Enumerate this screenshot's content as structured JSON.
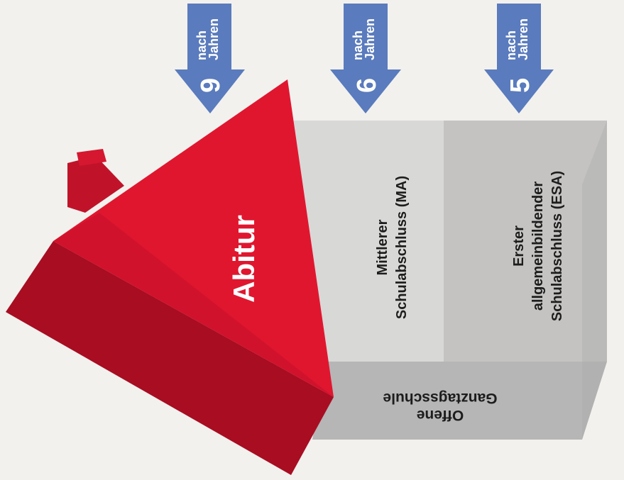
{
  "colors": {
    "roof_front": "#e0162f",
    "roof_side": "#b20f24",
    "roof_dark": "#8e0a1c",
    "block_light": "#d6d6d6",
    "block_mid": "#c4c4c4",
    "block_bottom": "#b3b3b3",
    "arrow": "#5a7bbd"
  },
  "roof": {
    "label": "Abitur"
  },
  "levels": [
    {
      "lines": [
        "Mittlerer",
        "Schulabschluss (MA)"
      ]
    },
    {
      "lines": [
        "Erster",
        "allgemeinbildender",
        "Schulabschluss (ESA)"
      ]
    }
  ],
  "bottom": {
    "lines": [
      "Offene",
      "Ganztagsschule"
    ]
  },
  "arrows": [
    {
      "number": "9",
      "lines": [
        "nach",
        "Jahren"
      ],
      "icon": "arrow-down-icon"
    },
    {
      "number": "6",
      "lines": [
        "nach",
        "Jahren"
      ],
      "icon": "arrow-down-icon"
    },
    {
      "number": "5",
      "lines": [
        "nach",
        "Jahren"
      ],
      "icon": "arrow-down-icon"
    }
  ]
}
